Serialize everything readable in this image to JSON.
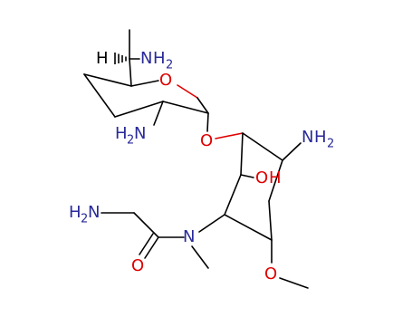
{
  "molecule": {
    "atoms": {
      "o_ring": "O",
      "o_glyco": "O",
      "o_hydroxyl": "O",
      "h_hydroxyl": "H",
      "o_methoxy": "O",
      "o_carbonyl": "O",
      "h_stereo": "H",
      "n_side_amine": "N",
      "n_side_amine_h": "H",
      "n_side_amine_sub": "2",
      "n_ring_amine": "N",
      "n_ring_amine_h": "H",
      "n_ring_amine_sub": "2",
      "n_right_amine": "N",
      "n_right_amine_h": "H",
      "n_right_amine_sub": "2",
      "n_glycyl_h": "H",
      "n_glycyl_sub": "2",
      "n_glycyl": "N",
      "n_amide": "N"
    },
    "colors": {
      "nitrogen": "#2a2a99",
      "oxygen": "#e00000",
      "carbon": "#000000"
    }
  }
}
